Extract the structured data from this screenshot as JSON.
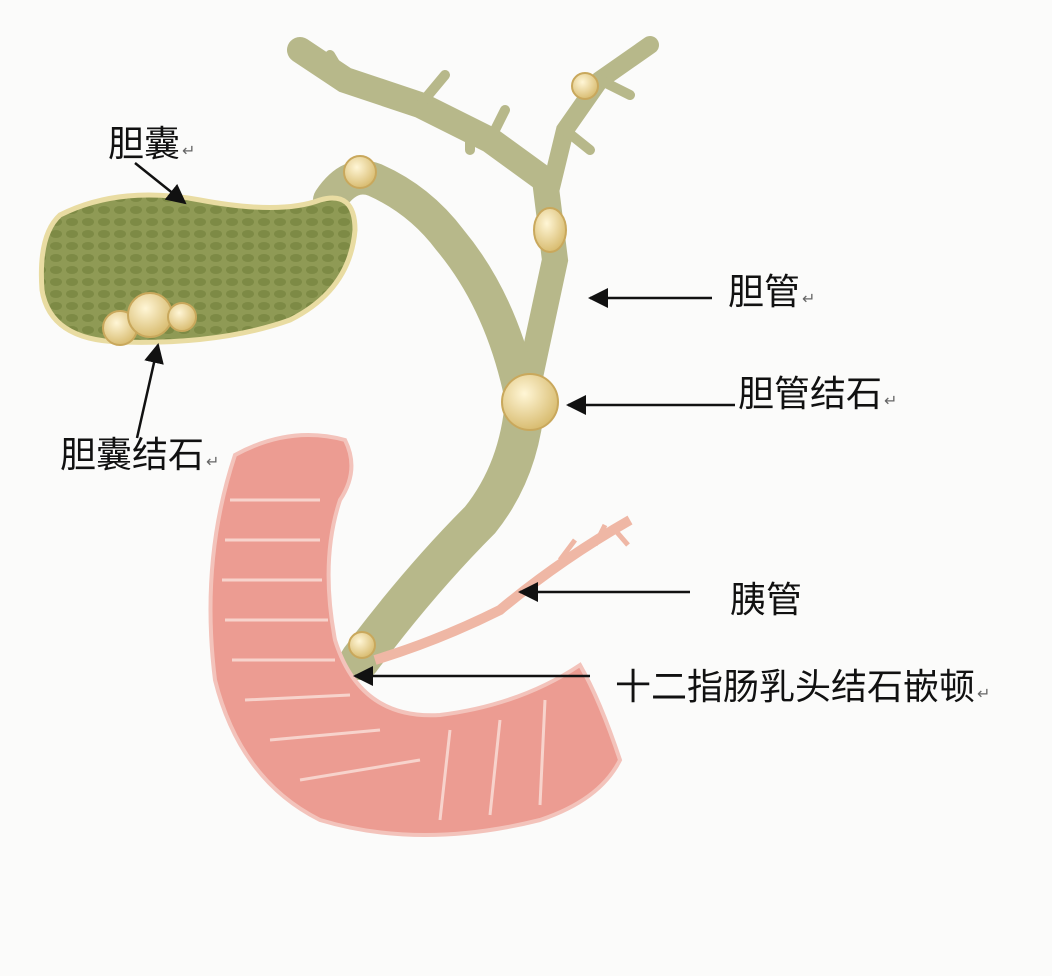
{
  "labels": {
    "gallbladder": "胆囊",
    "bile_duct": "胆管",
    "bile_duct_stone": "胆管结石",
    "gallbladder_stone": "胆囊结石",
    "pancreatic_duct": "胰管",
    "papilla_stone": "十二指肠乳头结石嵌顿"
  },
  "colors": {
    "gallbladder": "#8f9a55",
    "duct": "#b7b88a",
    "stone": "#e8d49a",
    "duodenum": "#ec9c92",
    "background": "#fbfbfa"
  }
}
